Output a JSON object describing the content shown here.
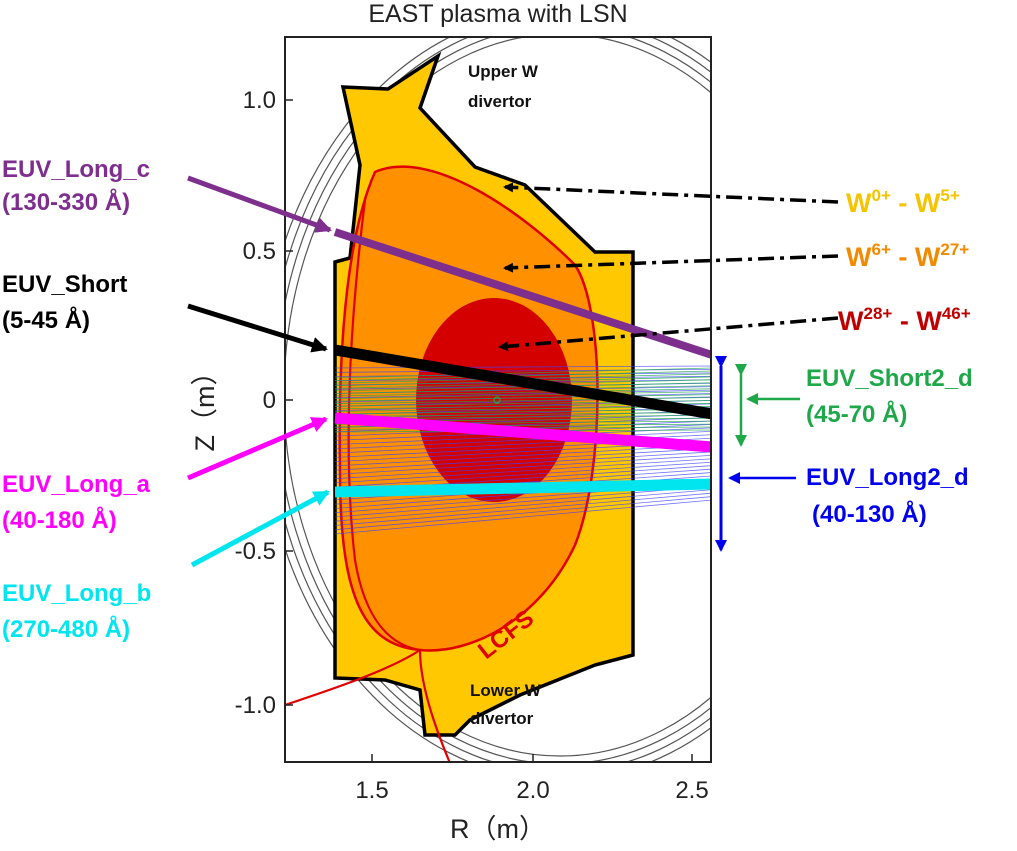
{
  "title": "EAST plasma with LSN",
  "axes": {
    "xlabel": "R（m）",
    "ylabel": "Z（m）",
    "x_ticks": [
      "1.5",
      "2.0",
      "2.5"
    ],
    "y_ticks": [
      "1.0",
      "0.5",
      "0",
      "-0.5",
      "-1.0"
    ]
  },
  "annotations": {
    "upper_divertor_1": "Upper W",
    "upper_divertor_2": "divertor",
    "lower_divertor_1": "Lower W",
    "lower_divertor_2": "divertor",
    "lcfs": "LCFS"
  },
  "spectrometers": {
    "long_c": {
      "name": "EUV_Long_c",
      "range": "(130-330 Å)",
      "color": "#7e2f8e"
    },
    "short": {
      "name": "EUV_Short",
      "range": "(5-45 Å)",
      "color": "#000000"
    },
    "long_a": {
      "name": "EUV_Long_a",
      "range": "(40-180 Å)",
      "color": "#ff00ff"
    },
    "long_b": {
      "name": "EUV_Long_b",
      "range": "(270-480 Å)",
      "color": "#00e5ee"
    },
    "short2_d": {
      "name": "EUV_Short2_d",
      "range": "(45-70 Å)",
      "color": "#1fa84a"
    },
    "long2_d": {
      "name": "EUV_Long2_d",
      "range": "(40-130 Å)",
      "color": "#0000ee"
    }
  },
  "charge_states": {
    "low": {
      "a": "W",
      "a_sup": "0+",
      "sep": " - ",
      "b": "W",
      "b_sup": "5+",
      "color": "#f5c400"
    },
    "mid": {
      "a": "W",
      "a_sup": "6+",
      "sep": " - ",
      "b": "W",
      "b_sup": "27+",
      "color": "#f08a00"
    },
    "high": {
      "a": "W",
      "a_sup": "28+",
      "sep": " - ",
      "b": "W",
      "b_sup": "46+",
      "color": "#c00000"
    }
  },
  "colors": {
    "outer_region": "#ffc800",
    "core_region": "#ff9100",
    "hot_core": "#d40000",
    "lcfs_line": "#e00000"
  }
}
